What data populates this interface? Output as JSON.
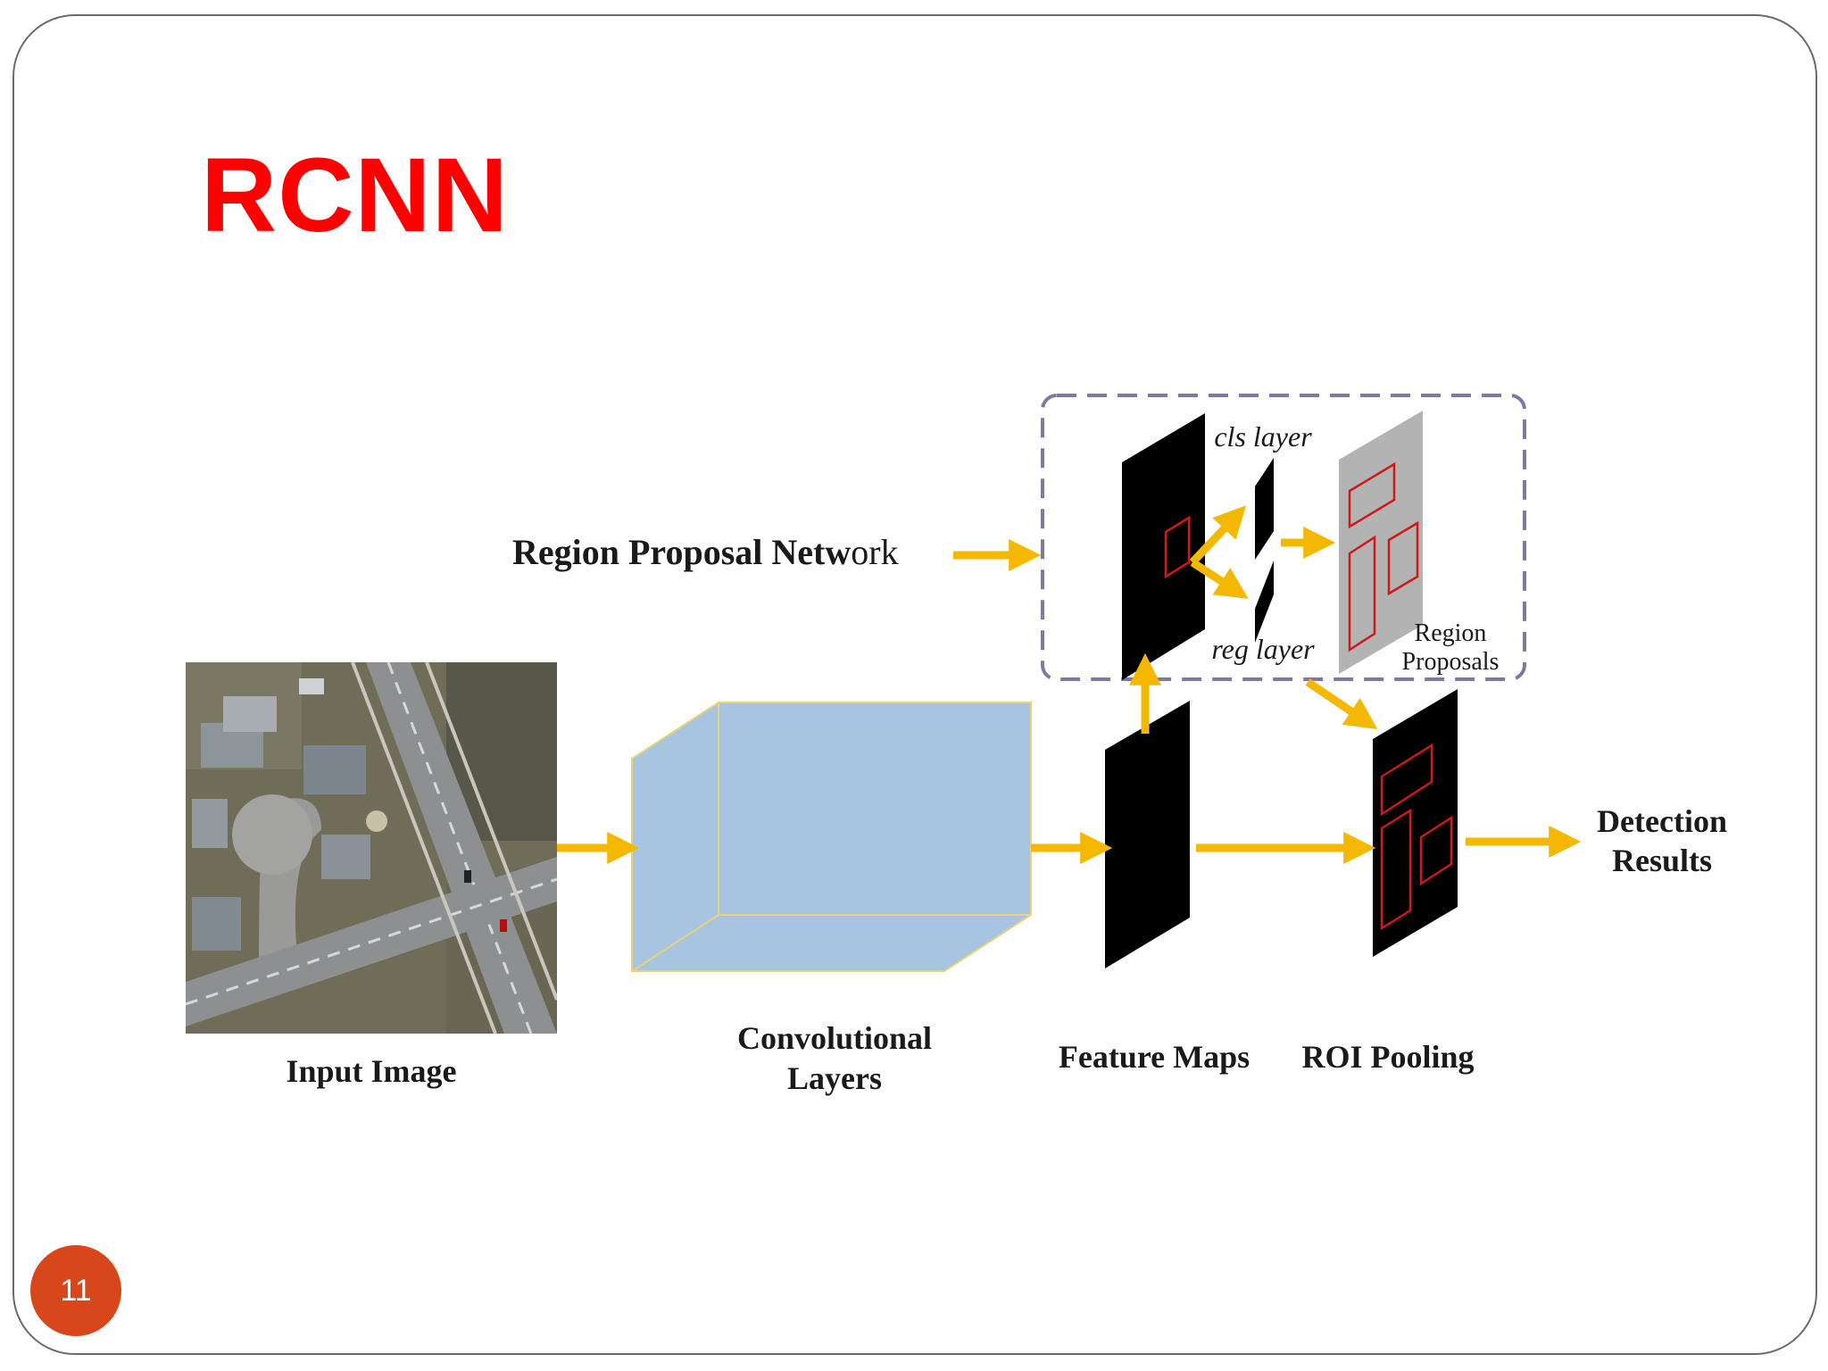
{
  "slide": {
    "title": "RCNN",
    "page_number": "11"
  },
  "colors": {
    "title": "#ff0000",
    "arrow": "#f5b800",
    "cube_fill": "#a7c5e0",
    "cube_edge": "#e8d27a",
    "feature_map": "#000000",
    "proposal_box": "#d01818",
    "region_panel": "#b3b3b3",
    "dashed_border": "#8077a3",
    "page_badge": "#d8461b",
    "page_badge_text": "#ffffff"
  },
  "diagram": {
    "input_image": {
      "label": "Input Image",
      "icon": "aerial-photo"
    },
    "conv_layers": {
      "label_line1": "Convolutional",
      "label_line2": "Layers"
    },
    "feature_maps": {
      "label": "Feature Maps"
    },
    "roi_pooling": {
      "label": "ROI Pooling"
    },
    "detection": {
      "label_line1": "Detection",
      "label_line2": "Results"
    },
    "rpn": {
      "label_bold": "Region Proposal Netw",
      "label_tail": "ork",
      "cls_layer": "cls layer",
      "reg_layer": "reg layer",
      "region_proposals_line1": "Region",
      "region_proposals_line2": "Proposals"
    }
  }
}
